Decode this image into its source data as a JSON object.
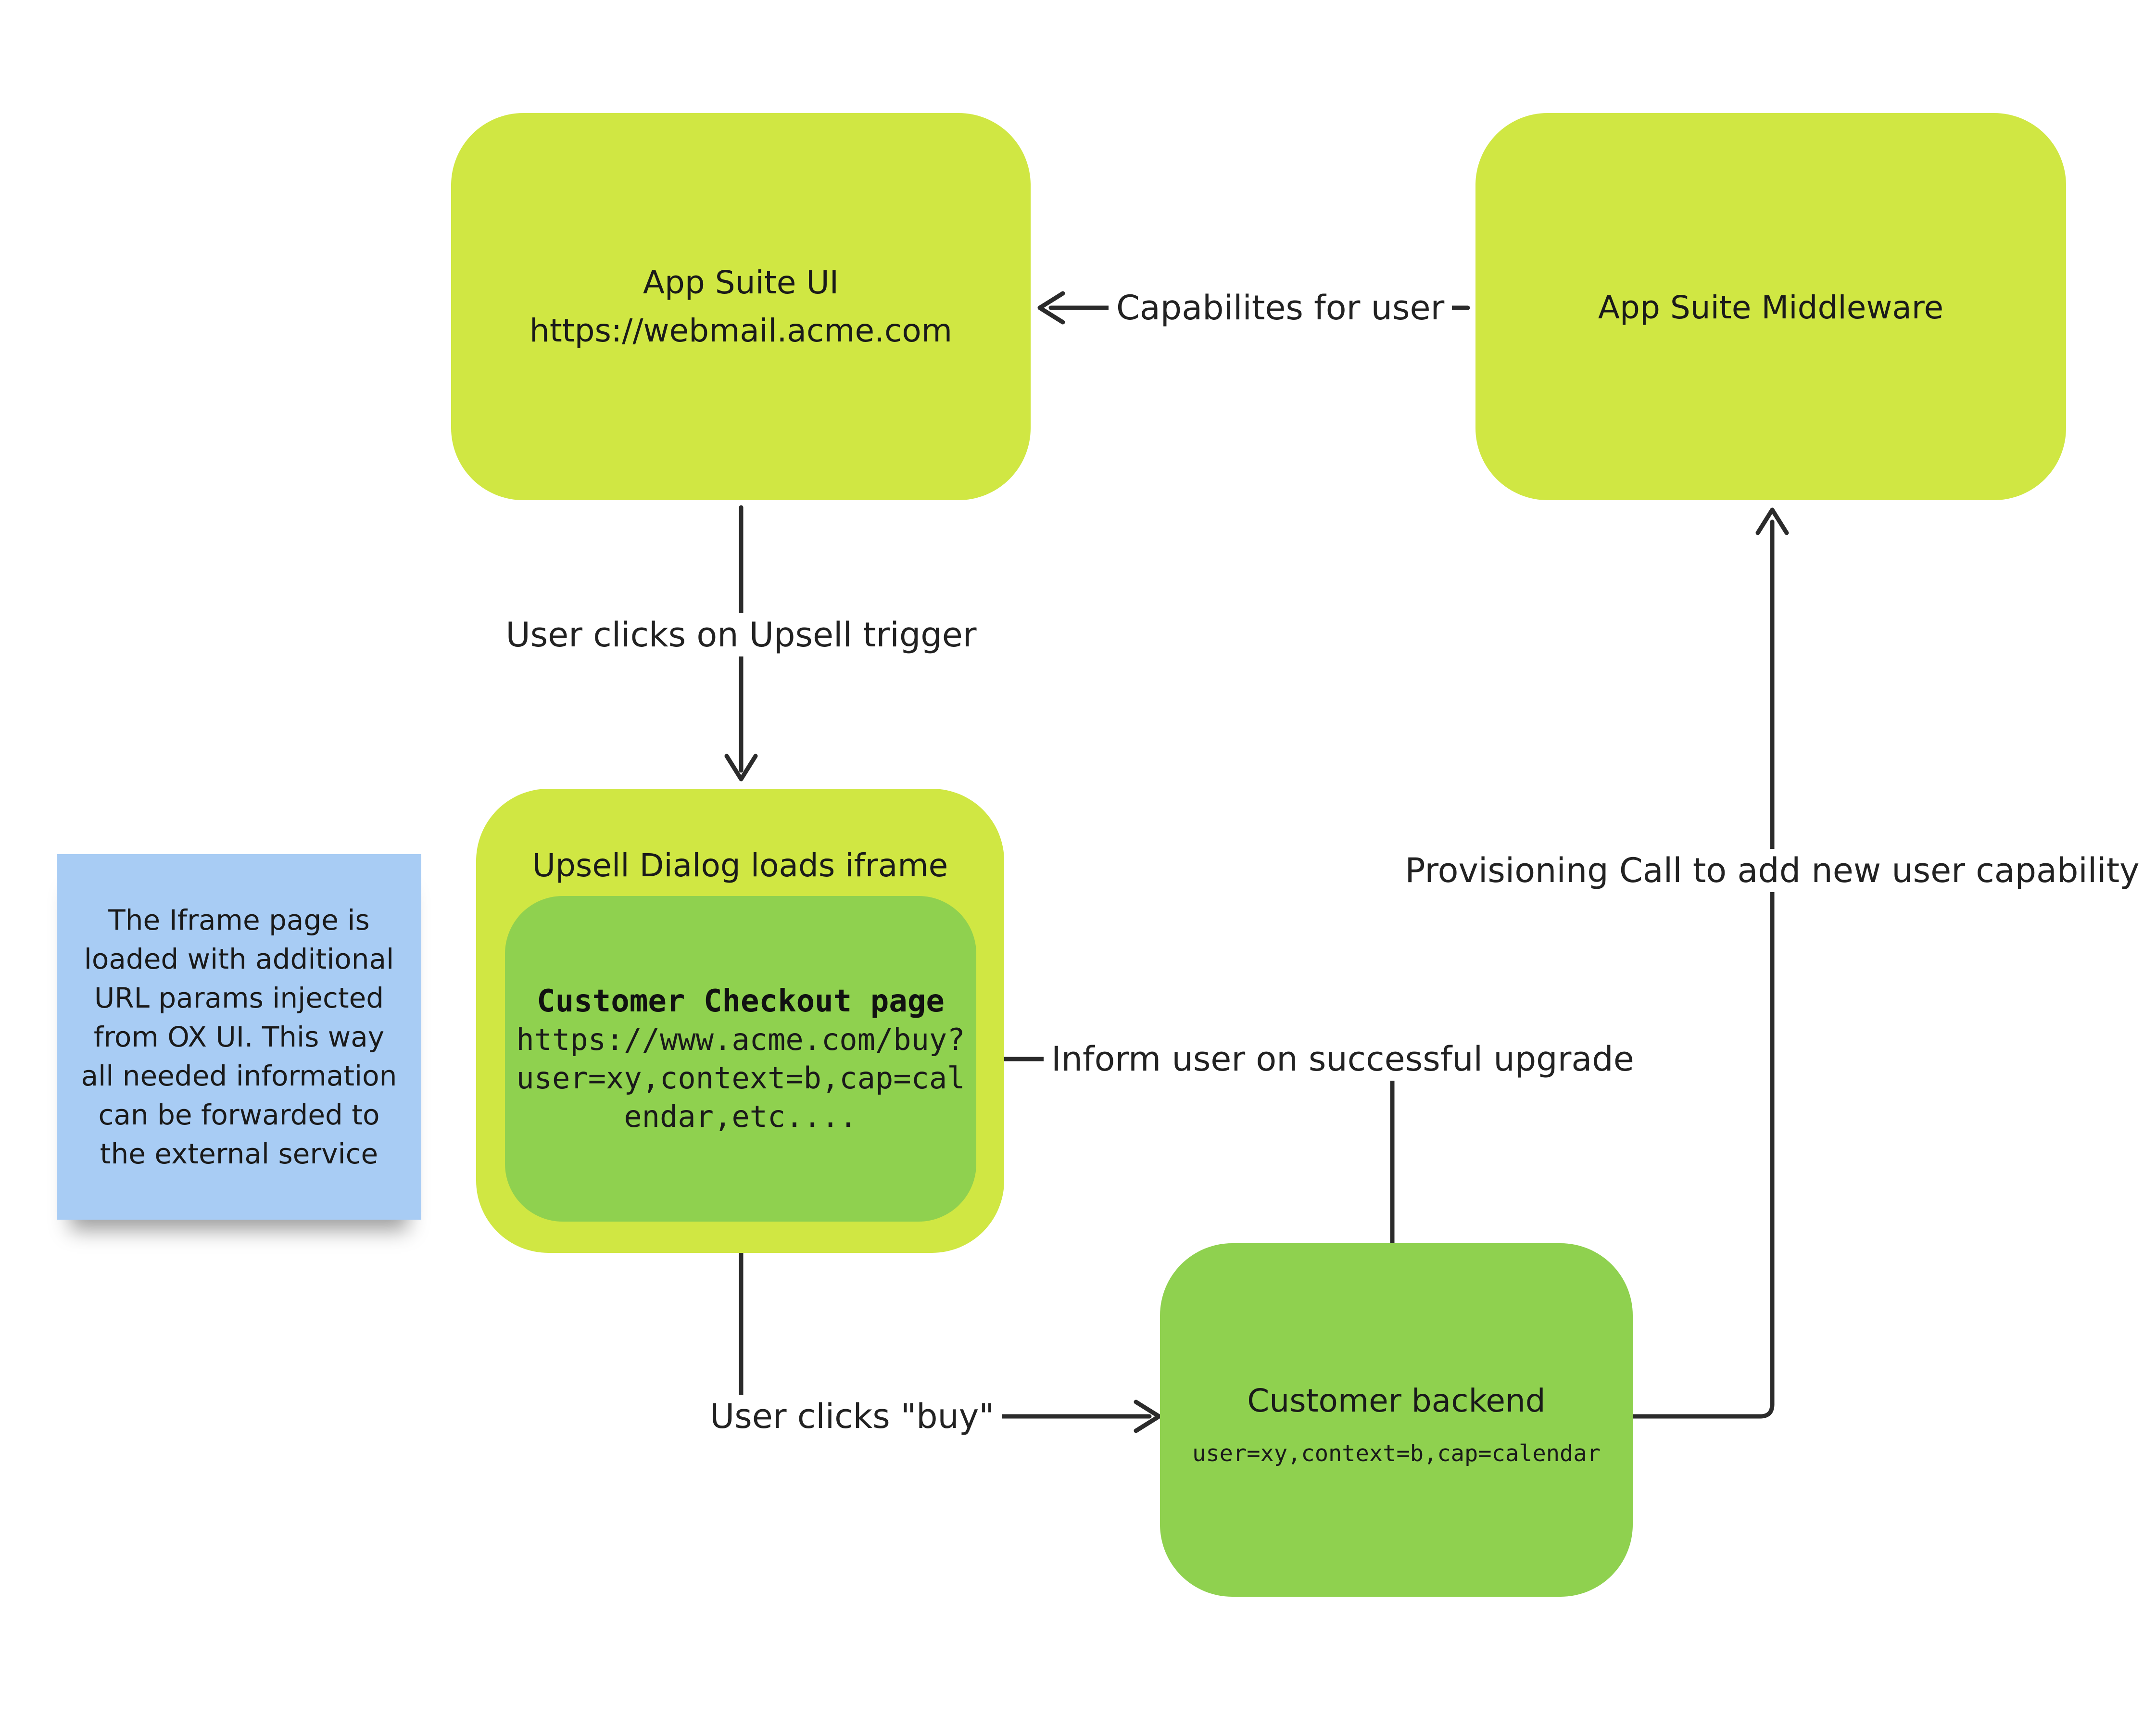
{
  "nodes": {
    "app_suite_ui": {
      "title": "App Suite UI",
      "url": "https://webmail.acme.com"
    },
    "app_suite_middleware": {
      "title": "App Suite Middleware"
    },
    "upsell_dialog": {
      "title": "Upsell Dialog loads iframe"
    },
    "checkout_page": {
      "title": "Customer Checkout page",
      "url_line1": "https://www.acme.com/buy?",
      "url_line2": "user=xy,context=b,cap=cal",
      "url_line3": "endar,etc...."
    },
    "customer_backend": {
      "title": "Customer backend",
      "params": "user=xy,context=b,cap=calendar"
    }
  },
  "edges": {
    "capabilities": "Capabilites for user",
    "upsell_trigger": "User clicks on Upsell trigger",
    "buy": "User clicks \"buy\"",
    "inform": "Inform user on successful upgrade",
    "provisioning": "Provisioning Call to add new user capability"
  },
  "sticky_note": {
    "lines": [
      "The Iframe page is",
      "loaded with additional",
      "URL params injected",
      "from OX UI. This way",
      "all needed information",
      "can be forwarded to",
      "the external service"
    ]
  },
  "colors": {
    "primary_node": "#d0e743",
    "secondary_node": "#8fd14f",
    "sticky_note": "#a8ccf4",
    "connector": "#2b2b2b"
  }
}
